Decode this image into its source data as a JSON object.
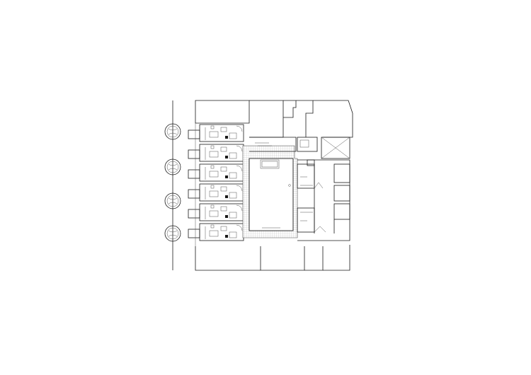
{
  "drawing": {
    "kind": "architectural floor plan",
    "line_color": "#1a1a1a",
    "paving_color": "#bdbdbd",
    "background": "#ffffff",
    "housing_units": 6,
    "street_trees": 4
  }
}
